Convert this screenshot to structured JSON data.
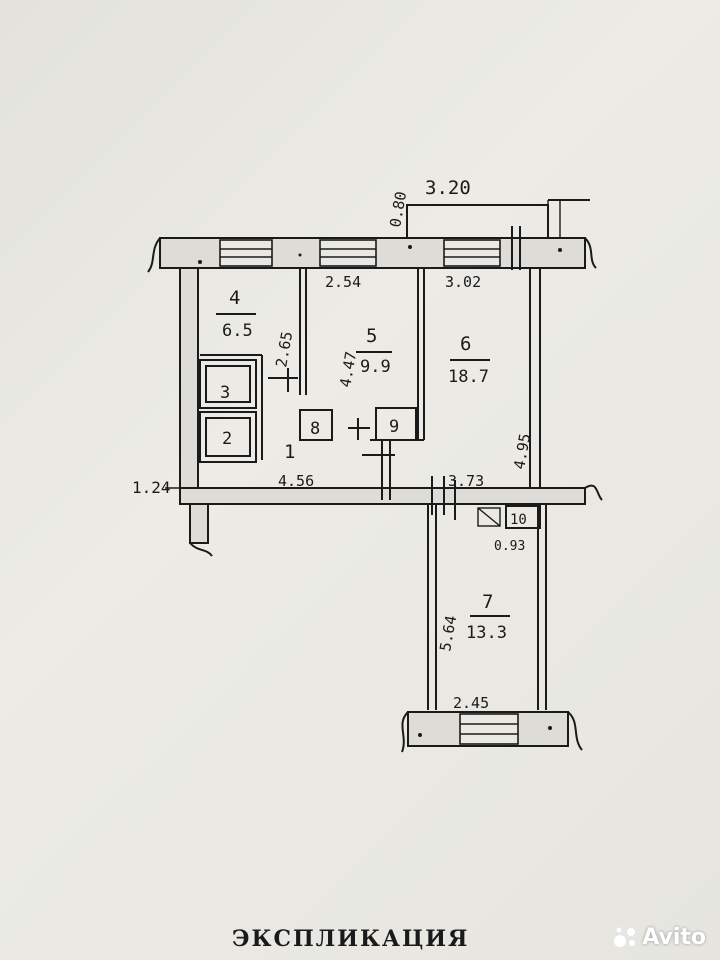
{
  "dimensions": {
    "top_ext_0_80": "0.80",
    "top_ext_3_20": "3.20",
    "r4_width": "2.54",
    "r6_width": "3.02",
    "r4_height": "2.65",
    "r5_height": "4.47",
    "r6_height": "4.95",
    "left_1_24": "1.24",
    "corridor_4_56": "4.56",
    "corridor_3_73": "3.73",
    "small_0_93": "0.93",
    "r7_height": "5.64",
    "r7_width": "2.45"
  },
  "rooms": [
    {
      "no": "1",
      "area": ""
    },
    {
      "no": "2",
      "area": ""
    },
    {
      "no": "3",
      "area": ""
    },
    {
      "no": "4",
      "area": "6.5"
    },
    {
      "no": "5",
      "area": "9.9"
    },
    {
      "no": "6",
      "area": "18.7"
    },
    {
      "no": "7",
      "area": "13.3"
    },
    {
      "no": "8",
      "area": ""
    },
    {
      "no": "9",
      "area": ""
    },
    {
      "no": "10",
      "area": ""
    }
  ],
  "caption": "ЭКСПЛИКАЦИЯ",
  "watermark": {
    "brand": "Avito",
    "icon": "avito-dots-icon"
  }
}
